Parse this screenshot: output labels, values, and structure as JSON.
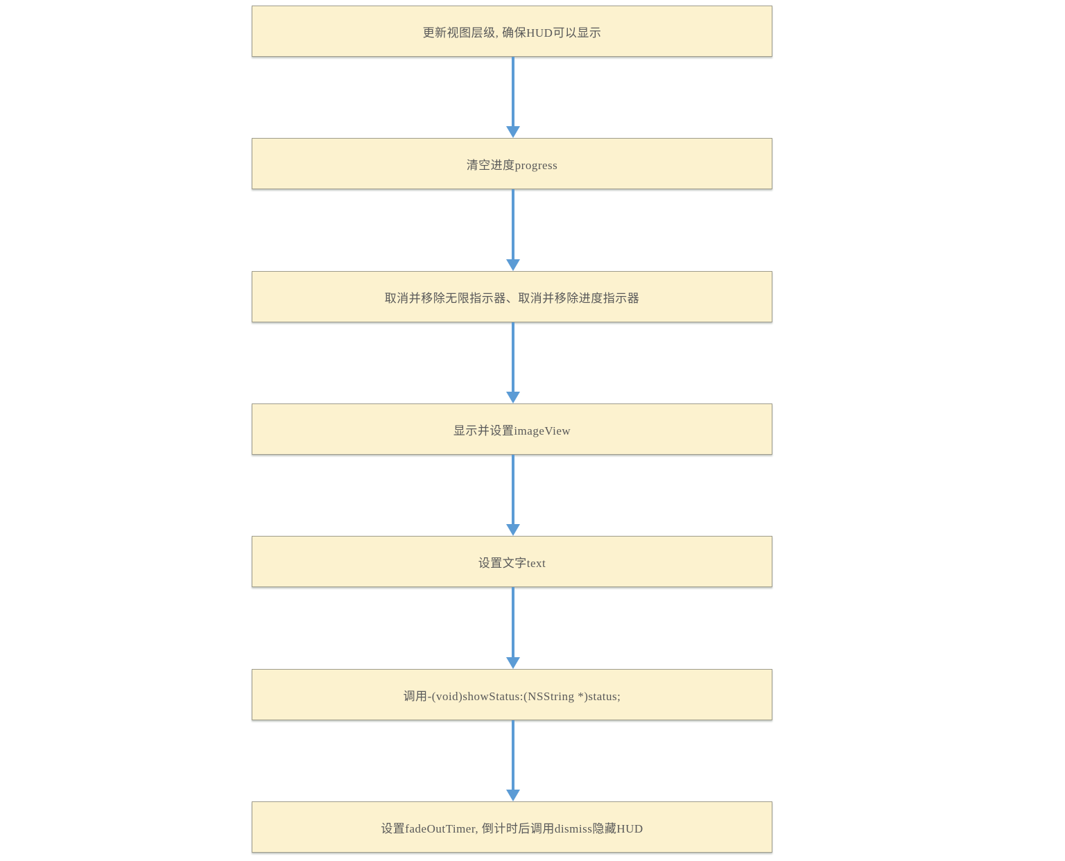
{
  "diagram": {
    "type": "flowchart",
    "direction": "top-down",
    "style": {
      "node_fill": "#fcf2cf",
      "node_border": "#9e9c8c",
      "arrow_color": "#5b9bd5",
      "text_color": "#595959",
      "background": "#ffffff"
    },
    "nodes": [
      {
        "id": "step-1",
        "label": "更新视图层级, 确保HUD可以显示"
      },
      {
        "id": "step-2",
        "label": "清空进度progress"
      },
      {
        "id": "step-3",
        "label": "取消并移除无限指示器、取消并移除进度指示器"
      },
      {
        "id": "step-4",
        "label": "显示并设置imageView"
      },
      {
        "id": "step-5",
        "label": "设置文字text"
      },
      {
        "id": "step-6",
        "label": "调用-(void)showStatus:(NSString *)status;"
      },
      {
        "id": "step-7",
        "label": "设置fadeOutTimer, 倒计时后调用dismiss隐藏HUD"
      }
    ],
    "edges": [
      {
        "from": "step-1",
        "to": "step-2"
      },
      {
        "from": "step-2",
        "to": "step-3"
      },
      {
        "from": "step-3",
        "to": "step-4"
      },
      {
        "from": "step-4",
        "to": "step-5"
      },
      {
        "from": "step-5",
        "to": "step-6"
      },
      {
        "from": "step-6",
        "to": "step-7"
      }
    ]
  }
}
